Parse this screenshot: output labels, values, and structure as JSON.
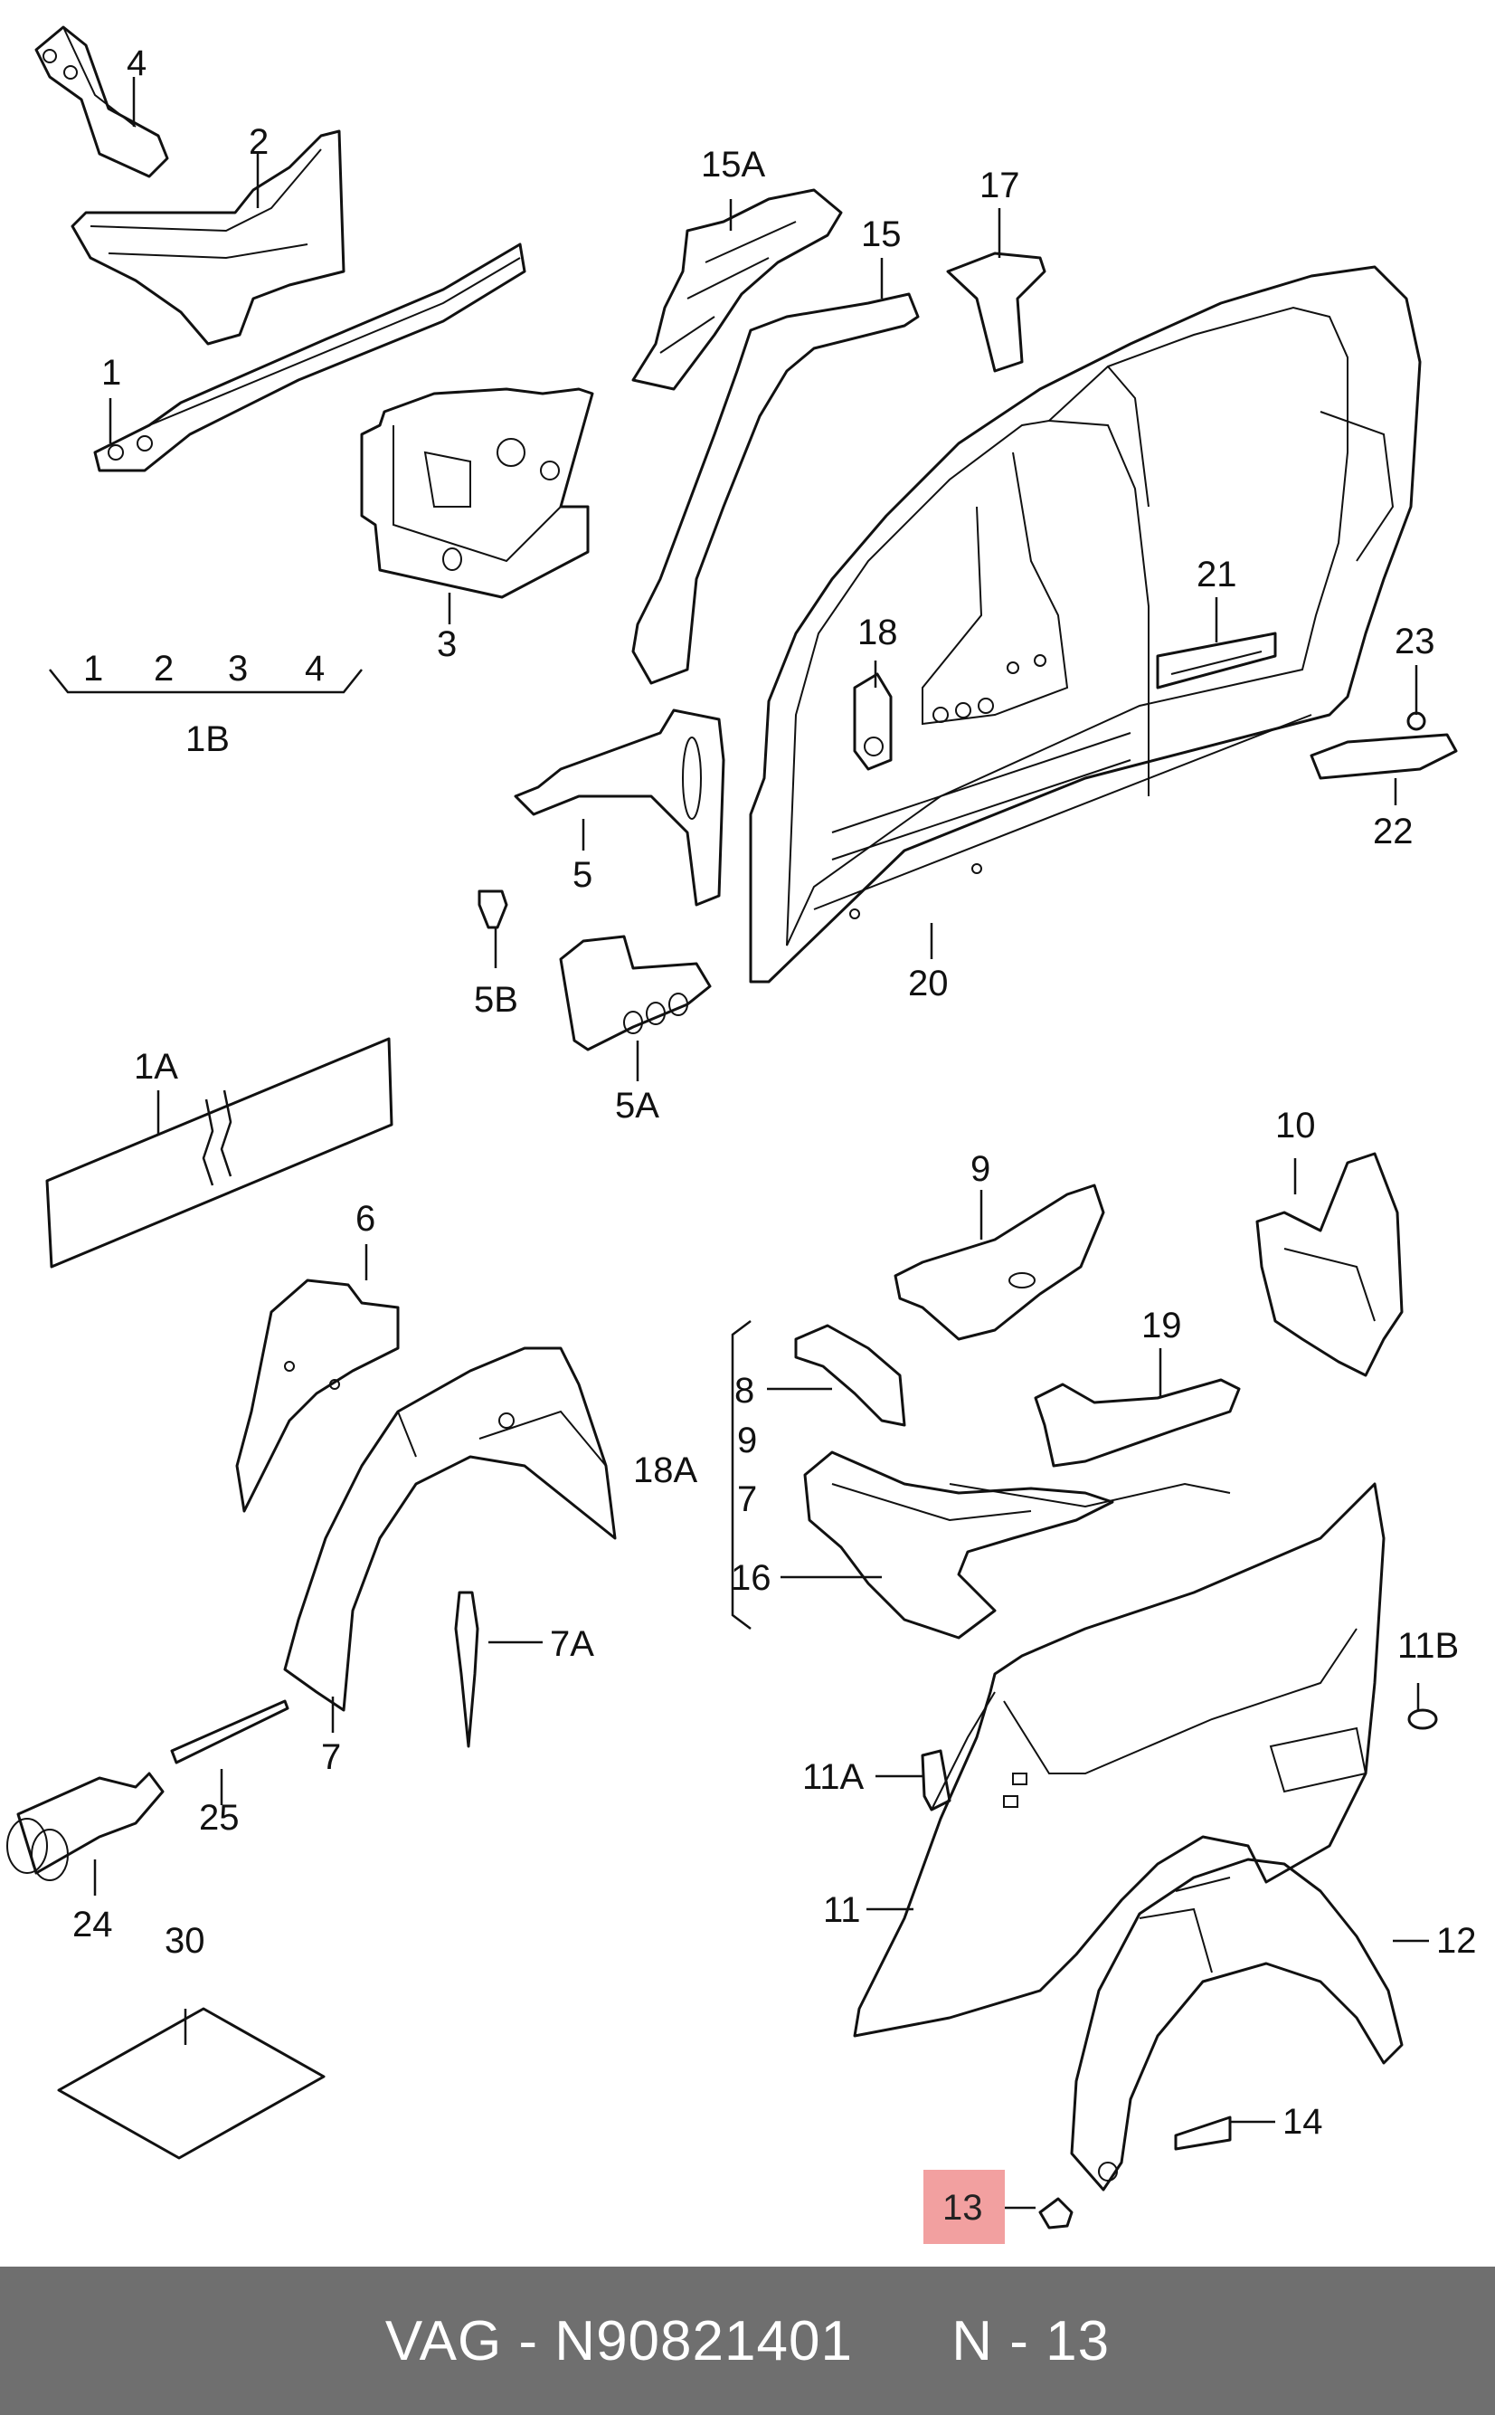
{
  "diagram": {
    "callouts": {
      "c4": "4",
      "c2": "2",
      "c1": "1",
      "c3": "3",
      "c1b_1": "1",
      "c1b_2": "2",
      "c1b_3": "3",
      "c1b_4": "4",
      "c1b": "1B",
      "c15a": "15A",
      "c15": "15",
      "c17": "17",
      "c18": "18",
      "c21": "21",
      "c23": "23",
      "c22": "22",
      "c5": "5",
      "c5b": "5B",
      "c5a": "5A",
      "c20": "20",
      "c1a": "1A",
      "c6": "6",
      "c9": "9",
      "c10": "10",
      "c19": "19",
      "c8": "8",
      "c9b": "9",
      "c7b": "7",
      "c18a": "18A",
      "c16": "16",
      "c7a": "7A",
      "c7": "7",
      "c25": "25",
      "c24": "24",
      "c11b": "11B",
      "c11a": "11A",
      "c11": "11",
      "c12": "12",
      "c14": "14",
      "c30": "30",
      "c13": "13"
    },
    "highlighted_part": "13",
    "highlight_color": "#f2a0a0"
  },
  "footer": {
    "text": "VAG - N90821401      N - 13",
    "background": "#6f6f6f",
    "color": "#ffffff"
  }
}
